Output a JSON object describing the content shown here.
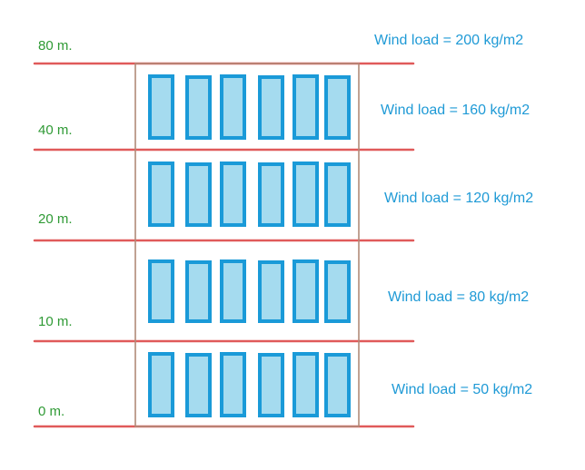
{
  "levels": [
    {
      "height": "80 m.",
      "wind_load": "Wind load = 200 kg/m2"
    },
    {
      "height": "40 m.",
      "wind_load": "Wind load = 160 kg/m2"
    },
    {
      "height": "20 m.",
      "wind_load": "Wind load = 120 kg/m2"
    },
    {
      "height": "10 m.",
      "wind_load": "Wind load = 80 kg/m2"
    },
    {
      "height": "0 m.",
      "wind_load": "Wind load = 50 kg/m2"
    }
  ],
  "windows_per_floor": 6,
  "floors": 4,
  "colors": {
    "level_line": "#e05a5a",
    "building_outline": "#b08a78",
    "window_stroke": "#1a9ad8",
    "window_fill": "#a5dbef",
    "height_text": "#2f9a35",
    "load_text": "#1f9ad6"
  }
}
